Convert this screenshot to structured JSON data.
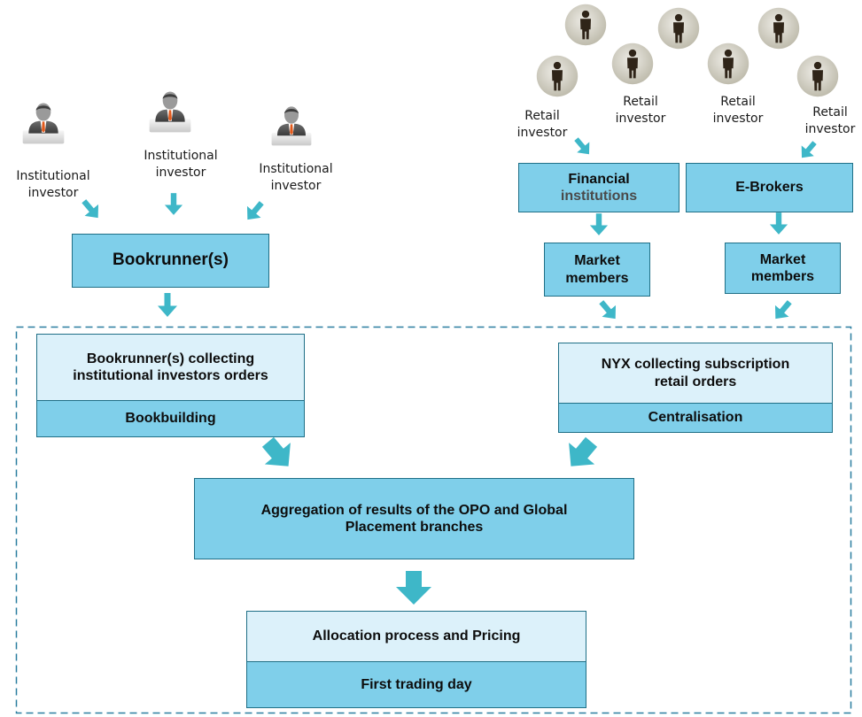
{
  "institutional": {
    "label1": "Institutional investor",
    "label2": "Institutional investor",
    "label3": "Institutional investor"
  },
  "retail": {
    "label1": "Retail investor",
    "label2": "Retail investor",
    "label3": "Retail investor",
    "label4": "Retail investor"
  },
  "boxes": {
    "bookrunners": "Bookrunner(s)",
    "financial_line1": "Financial",
    "financial_line2": "institutions",
    "ebrokers": "E-Brokers",
    "market_members_1": "Market members",
    "market_members_2": "Market members",
    "bookrunner_collecting": "Bookrunner(s) collecting institutional investors orders",
    "bookbuilding": "Bookbuilding",
    "nyx_collecting": "NYX collecting subscription retail orders",
    "centralisation": "Centralisation",
    "aggregation": "Aggregation of results of the OPO and Global Placement branches",
    "allocation": "Allocation process and Pricing",
    "first_trading_day": "First trading day"
  },
  "colors": {
    "box_dark": "#7fcfea",
    "box_light": "#dcf1fa",
    "border": "#1f6f86",
    "arrow": "#3eb7c8",
    "dashed_frame": "#2a7ea0"
  },
  "icons": {
    "institutional": "businessman-icon",
    "retail": "person-circle-icon"
  }
}
